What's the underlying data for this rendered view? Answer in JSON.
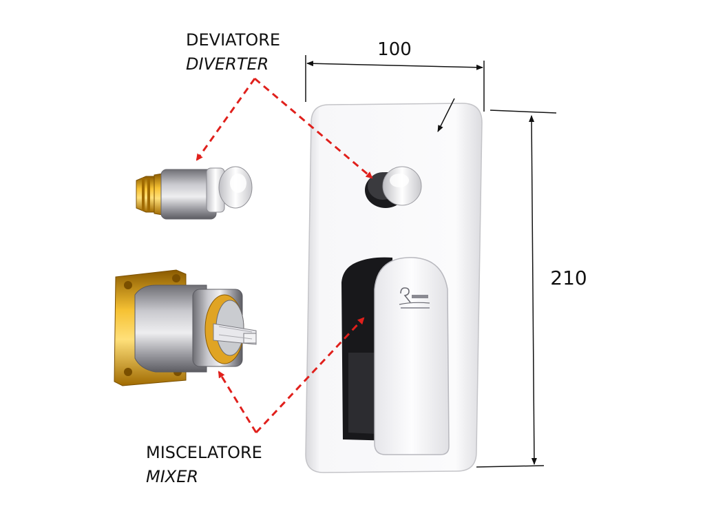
{
  "labels": {
    "diverter_it": "DEVIATORE",
    "diverter_en": "DIVERTER",
    "mixer_it": "MISCELATORE",
    "mixer_en": "MIXER"
  },
  "dimensions": {
    "width": "100",
    "height": "210"
  },
  "colors": {
    "callout_arrow": "#e0201c",
    "dimension_line": "#111111",
    "chrome_light": "#f4f4f6",
    "chrome_dark": "#1a1a1c",
    "brass": "#e2a81c"
  }
}
